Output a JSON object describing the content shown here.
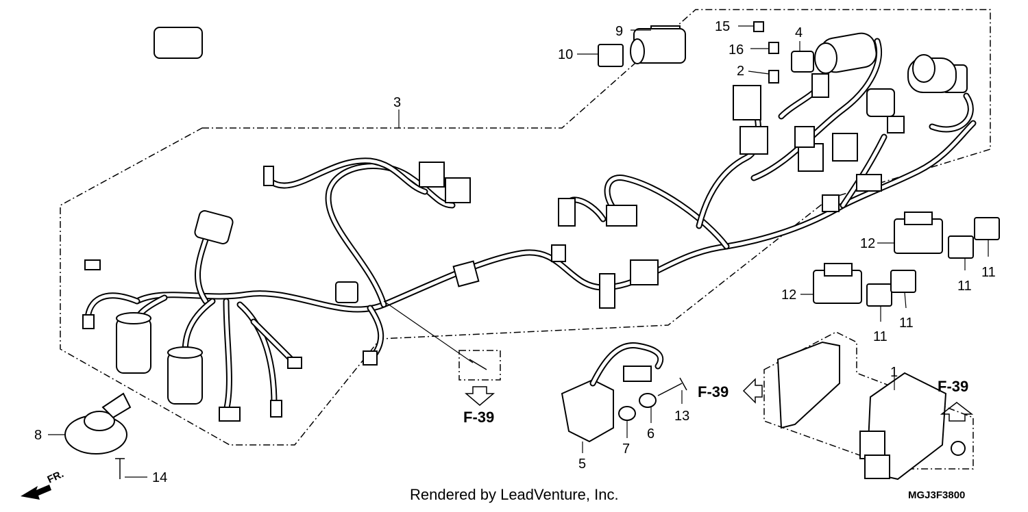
{
  "callouts": [
    {
      "id": "c1",
      "text": "1"
    },
    {
      "id": "c2",
      "text": "2"
    },
    {
      "id": "c3",
      "text": "3"
    },
    {
      "id": "c4",
      "text": "4"
    },
    {
      "id": "c5",
      "text": "5"
    },
    {
      "id": "c6",
      "text": "6"
    },
    {
      "id": "c7",
      "text": "7"
    },
    {
      "id": "c8",
      "text": "8"
    },
    {
      "id": "c9",
      "text": "9"
    },
    {
      "id": "c10",
      "text": "10"
    },
    {
      "id": "c11a",
      "text": "11"
    },
    {
      "id": "c11b",
      "text": "11"
    },
    {
      "id": "c11c",
      "text": "11"
    },
    {
      "id": "c11d",
      "text": "11"
    },
    {
      "id": "c12a",
      "text": "12"
    },
    {
      "id": "c12b",
      "text": "12"
    },
    {
      "id": "c13",
      "text": "13"
    },
    {
      "id": "c14",
      "text": "14"
    },
    {
      "id": "c15",
      "text": "15"
    },
    {
      "id": "c16",
      "text": "16"
    }
  ],
  "references": [
    {
      "id": "ref-bottom",
      "text": "F-39"
    },
    {
      "id": "ref-left",
      "text": "F-39"
    },
    {
      "id": "ref-right",
      "text": "F-39"
    }
  ],
  "direction_label": "FR.",
  "credit": "Rendered by LeadVenture, Inc.",
  "diagram_code": "MGJ3F3800"
}
